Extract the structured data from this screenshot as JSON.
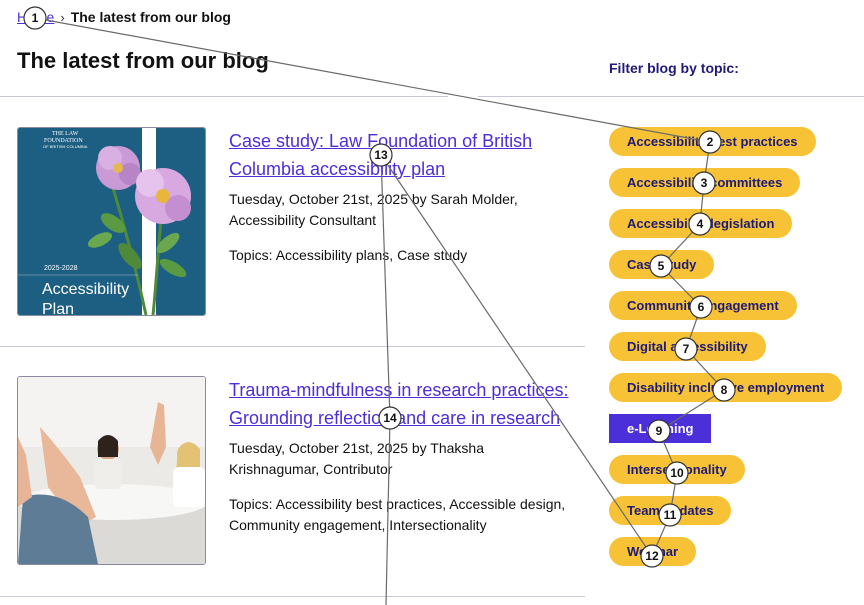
{
  "breadcrumb": {
    "home": "Home",
    "separator": "›",
    "current": "The latest from our blog"
  },
  "page": {
    "title": "The latest from our blog"
  },
  "sidebar": {
    "label": "Filter blog by topic:",
    "tags": [
      {
        "label": "Accessibility best practices",
        "active": false
      },
      {
        "label": "Accessibility committees",
        "active": false
      },
      {
        "label": "Accessibility legislation",
        "active": false
      },
      {
        "label": "Case study",
        "active": false
      },
      {
        "label": "Community engagement",
        "active": false
      },
      {
        "label": "Digital accessibility",
        "active": false
      },
      {
        "label": "Disability inclusive employment",
        "active": false
      },
      {
        "label": "e-Learning",
        "active": true
      },
      {
        "label": "Intersectionality",
        "active": false
      },
      {
        "label": "Team updates",
        "active": false
      },
      {
        "label": "Webinar",
        "active": false
      }
    ]
  },
  "posts": [
    {
      "title": "Case study: Law Foundation of British Columbia accessibility plan",
      "meta": "Tuesday, October 21st, 2025 by Sarah Molder, Accessibility Consultant",
      "topics": "Topics: Accessibility plans, Case study",
      "image": {
        "org_line1": "THE LAW",
        "org_line2": "FOUNDATION",
        "org_line3": "OF BRITISH COLUMBIA",
        "years": "2025-2028",
        "caption": "Accessibility Plan"
      }
    },
    {
      "title": "Trauma-mindfulness in research practices: Grounding reflection and care in research",
      "meta": "Tuesday, October 21st, 2025 by Thaksha Krishnagumar, Contributor",
      "topics": "Topics: Accessibility best practices, Accessible design, Community engagement, Intersectionality"
    }
  ],
  "overlay_markers": [
    "1",
    "2",
    "3",
    "4",
    "5",
    "6",
    "7",
    "8",
    "9",
    "10",
    "11",
    "12",
    "13",
    "14"
  ],
  "colors": {
    "accent": "#4b2fd9",
    "tag_bg": "#f7c235",
    "tag_text": "#1d1a78",
    "image_bg": "#1d5f82"
  }
}
